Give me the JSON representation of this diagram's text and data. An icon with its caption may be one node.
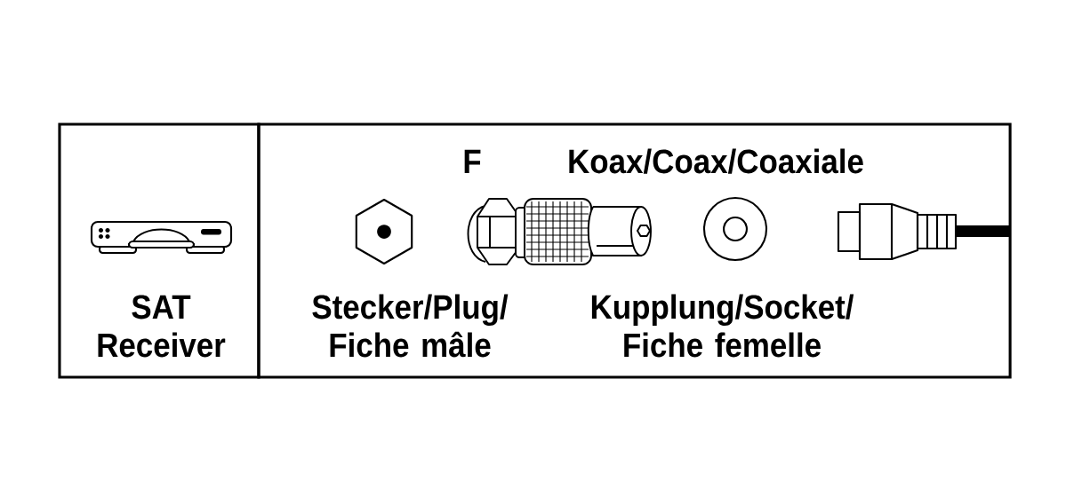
{
  "diagram": {
    "nodes": [
      {
        "text": [
          "SAT Receiver"
        ]
      },
      {
        "text": [
          "F",
          "Koax/Coax/Coaxiale",
          "Stecker/Plug/ Fiche mâle",
          "Kupplung/Socket/ Fiche femelle"
        ]
      }
    ]
  }
}
